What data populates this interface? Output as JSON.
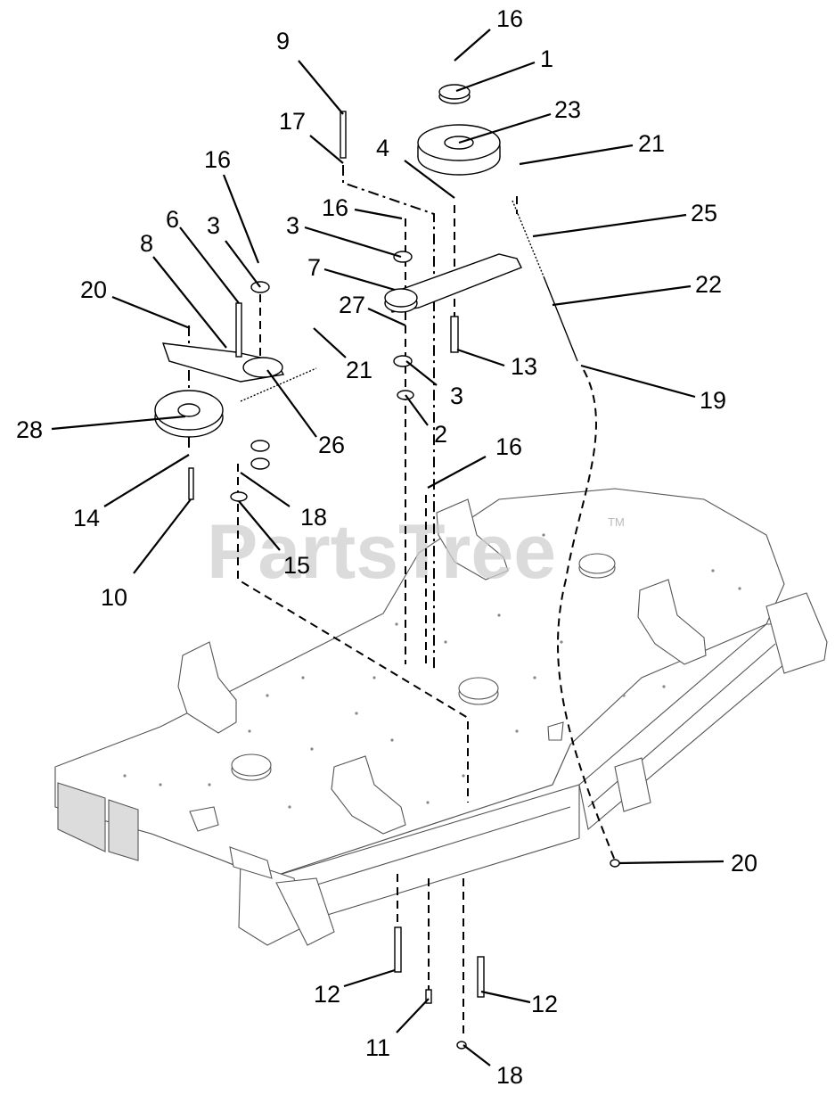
{
  "watermark": {
    "text": "PartsTree",
    "tm": "TM"
  },
  "callouts": [
    {
      "id": "c16a",
      "label": "16"
    },
    {
      "id": "c1",
      "label": "1"
    },
    {
      "id": "c9",
      "label": "9"
    },
    {
      "id": "c23",
      "label": "23"
    },
    {
      "id": "c17",
      "label": "17"
    },
    {
      "id": "c4",
      "label": "4"
    },
    {
      "id": "c21a",
      "label": "21"
    },
    {
      "id": "c16b",
      "label": "16"
    },
    {
      "id": "c25",
      "label": "25"
    },
    {
      "id": "c6",
      "label": "6"
    },
    {
      "id": "c3a",
      "label": "3"
    },
    {
      "id": "c16c",
      "label": "16"
    },
    {
      "id": "c3b",
      "label": "3"
    },
    {
      "id": "c8",
      "label": "8"
    },
    {
      "id": "c7",
      "label": "7"
    },
    {
      "id": "c22",
      "label": "22"
    },
    {
      "id": "c20a",
      "label": "20"
    },
    {
      "id": "c27",
      "label": "27"
    },
    {
      "id": "c21b",
      "label": "21"
    },
    {
      "id": "c13",
      "label": "13"
    },
    {
      "id": "c3c",
      "label": "3"
    },
    {
      "id": "c19",
      "label": "19"
    },
    {
      "id": "c28",
      "label": "28"
    },
    {
      "id": "c2",
      "label": "2"
    },
    {
      "id": "c26",
      "label": "26"
    },
    {
      "id": "c16d",
      "label": "16"
    },
    {
      "id": "c14",
      "label": "14"
    },
    {
      "id": "c18a",
      "label": "18"
    },
    {
      "id": "c15",
      "label": "15"
    },
    {
      "id": "c10",
      "label": "10"
    },
    {
      "id": "c20b",
      "label": "20"
    },
    {
      "id": "c12a",
      "label": "12"
    },
    {
      "id": "c12b",
      "label": "12"
    },
    {
      "id": "c11",
      "label": "11"
    },
    {
      "id": "c18b",
      "label": "18"
    }
  ]
}
